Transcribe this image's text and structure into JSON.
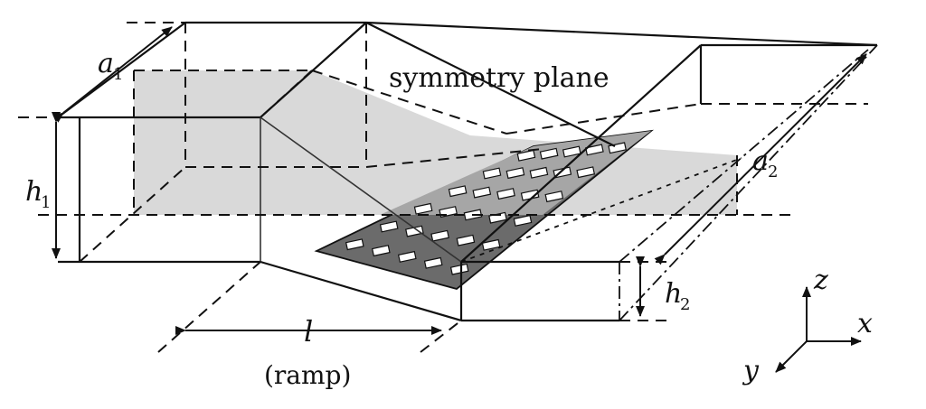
{
  "labels": {
    "a1": "a",
    "a1_sub": "1",
    "a2": "a",
    "a2_sub": "2",
    "h1": "h",
    "h1_sub": "1",
    "h2": "h",
    "h2_sub": "2",
    "l": "l",
    "ramp": "(ramp)",
    "symmetry_plane": "symmetry plane",
    "axis_x": "x",
    "axis_y": "y",
    "axis_z": "z"
  },
  "colors": {
    "symmetry_plane_fill": "#d9d9d9",
    "ramp_panel_fill": "#6b6b6b",
    "ramp_panel_light_fill": "#a6a6a6",
    "hole_fill": "#ffffff",
    "line": "#111111"
  }
}
